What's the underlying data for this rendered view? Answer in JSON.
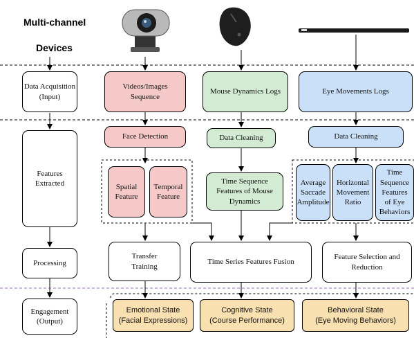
{
  "header": {
    "line1": "Multi-channel",
    "line2": "Devices"
  },
  "stages": {
    "acquisition": "Data Acquisition\n(Input)",
    "features": "Features\nExtracted",
    "processing": "Processing",
    "engagement": "Engagement\n(Output)"
  },
  "acquisition": {
    "video": "Videos/Images\nSequence",
    "mouse": "Mouse Dynamics Logs",
    "eye": "Eye Movements Logs"
  },
  "features": {
    "face_detection": "Face Detection",
    "mouse_cleaning": "Data Cleaning",
    "eye_cleaning": "Data Cleaning",
    "spatial": "Spatial\nFeature",
    "temporal": "Temporal\nFeature",
    "mouse_time_seq": "Time Sequence\nFeatures of Mouse\nDynamics",
    "saccade": "Average\nSaccade\nAmplitude",
    "horizontal": "Horizontal\nMovement\nRatio",
    "eye_time_seq": "Time\nSequence\nFeatures\nof Eye\nBehaviors"
  },
  "processing": {
    "transfer": "Transfer\nTraining",
    "fusion": "Time Series Features  Fusion",
    "selection": "Feature Selection and\nReduction"
  },
  "outputs": {
    "emotional": "Emotional State\n(Facial Expressions)",
    "cognitive": "Cognitive State\n(Course Performance)",
    "behavioral": "Behavioral State\n(Eye Moving Behaviors)"
  },
  "devices": [
    {
      "icon": "webcam-icon"
    },
    {
      "icon": "mouse-icon"
    },
    {
      "icon": "eye-tracker-icon"
    }
  ],
  "colors": {
    "red": "#f6c9c9",
    "green": "#d3ebd3",
    "blue": "#c9e0f8",
    "orange": "#f9e0b0",
    "separator": "#000000",
    "separator_purple": "#9b6fc0"
  }
}
